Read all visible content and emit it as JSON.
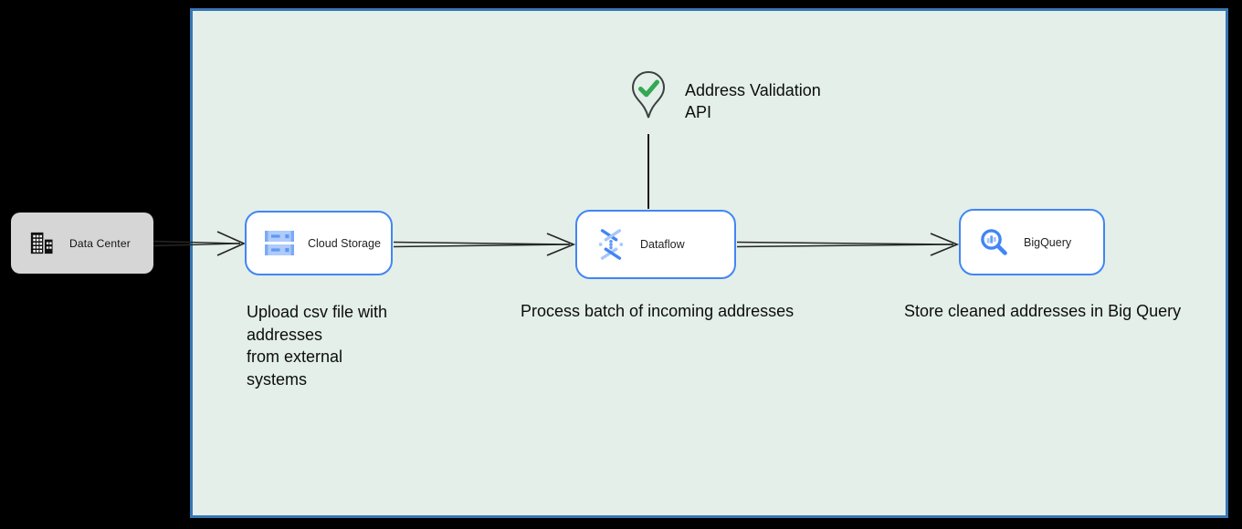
{
  "canvas": {
    "fill": "#e3efe8",
    "border_color": "#3876b4"
  },
  "external": {
    "data_center": {
      "label": "Data Center",
      "icon": "building-icon",
      "fill": "#d6d6d6"
    }
  },
  "pipeline": {
    "cloud_storage": {
      "label": "Cloud Storage",
      "icon": "cloud-storage-icon",
      "note": "Upload csv file with\naddresses\nfrom external\nsystems"
    },
    "dataflow": {
      "label": "Dataflow",
      "icon": "dataflow-icon",
      "note": "Process batch of incoming addresses"
    },
    "bigquery": {
      "label": "BigQuery",
      "icon": "bigquery-icon",
      "note": "Store cleaned addresses in Big Query"
    }
  },
  "api_marker": {
    "label": "Address Validation\nAPI",
    "icon": "map-pin-check-icon",
    "check_color": "#34a853",
    "pin_stroke": "#3c4043"
  },
  "connections": [
    {
      "from": "data_center",
      "to": "cloud_storage",
      "style": "open-arrow"
    },
    {
      "from": "cloud_storage",
      "to": "dataflow",
      "style": "open-arrow"
    },
    {
      "from": "dataflow",
      "to": "bigquery",
      "style": "open-arrow"
    },
    {
      "from": "address_validation_api",
      "to": "dataflow",
      "style": "plain-line"
    }
  ],
  "style": {
    "node_border": "#4285f4",
    "node_fill": "#ffffff",
    "arrow_color": "#262626",
    "text_color": "#0d0d0d",
    "icon_blue": "#4285f4",
    "icon_light_blue": "#a8c7fa"
  }
}
